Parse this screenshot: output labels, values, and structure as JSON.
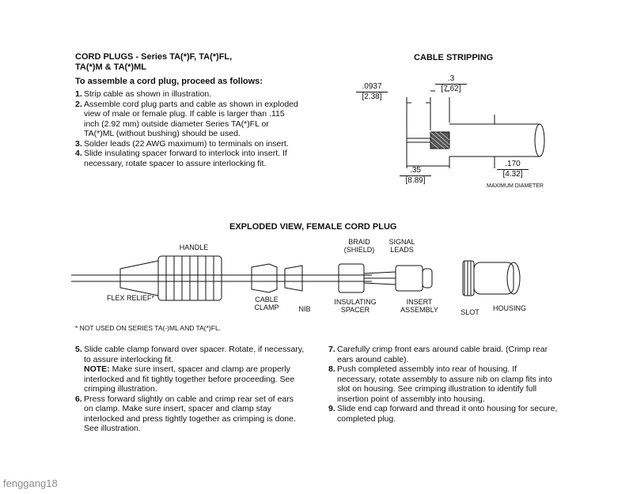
{
  "header": {
    "title_line1": "CORD PLUGS - Series TA(*)F, TA(*)FL,",
    "title_line2": "TA(*)M & TA(*)ML",
    "intro": "To assemble a cord plug, proceed as follows:"
  },
  "steps_top": [
    {
      "num": "1.",
      "text": "Strip cable as shown in illustration."
    },
    {
      "num": "2.",
      "text": "Assemble cord plug parts and cable as shown in exploded view of male or female plug. If cable is larger than .115 inch (2.92 mm) outside diameter Series TA(*)FL or TA(*)ML (without bushing) should be used."
    },
    {
      "num": "3.",
      "text": "Solder leads (22 AWG maximum) to terminals on insert."
    },
    {
      "num": "4.",
      "text": "Slide insulating spacer forward to interlock into insert. If necessary, rotate spacer to assure interlocking fit."
    }
  ],
  "cable_stripping": {
    "title": "CABLE STRIPPING",
    "dim1_in": ".0937",
    "dim1_mm": "[2.38]",
    "dim2_in": ".3",
    "dim2_mm": "[7.62]",
    "dim3_in": ".35",
    "dim3_mm": "[8.89]",
    "dim4_in": ".170",
    "dim4_mm": "[4.32]",
    "max_diameter": "MAXIMUM DIAMETER"
  },
  "exploded": {
    "title": "EXPLODED VIEW, FEMALE CORD PLUG",
    "handle": "HANDLE",
    "flex_relief": "FLEX RELIEF*",
    "cable_clamp_1": "CABLE",
    "cable_clamp_2": "CLAMP",
    "nib": "NIB",
    "braid_1": "BRAID",
    "braid_2": "(SHIELD)",
    "signal_1": "SIGNAL",
    "signal_2": "LEADS",
    "spacer_1": "INSULATING",
    "spacer_2": "SPACER",
    "insert_1": "INSERT",
    "insert_2": "ASSEMBLY",
    "slot": "SLOT",
    "housing": "HOUSING"
  },
  "footnote": "* NOT USED ON SERIES TA(-)ML AND TA(*)FL.",
  "step5": {
    "num": "5.",
    "text": "Slide cable clamp forward over spacer. Rotate, if necessary, to assure interlocking fit.",
    "note_label": "NOTE:",
    "note_text": " Make sure insert, spacer and clamp are properly interlocked and fit tightly together before proceeding. See crimping illustration."
  },
  "step6": {
    "num": "6.",
    "text": "Press forward slightly on cable and crimp rear set of ears on clamp. Make sure insert, spacer and clamp stay interlocked and press tightly together as crimping is done. See illustration."
  },
  "step7": {
    "num": "7.",
    "text": "Carefully crimp front ears around cable braid. (Crimp rear ears around cable)."
  },
  "step8": {
    "num": "8.",
    "text": "Push completed assembly into rear of housing. If necessary, rotate assembly to assure nib on clamp fits into slot on housing. See crimping illustration to identify full insertion point of assembly into housing."
  },
  "step9": {
    "num": "9.",
    "text": "Slide end cap forward and thread it onto housing for secure, completed plug."
  },
  "watermark": "fenggang18"
}
